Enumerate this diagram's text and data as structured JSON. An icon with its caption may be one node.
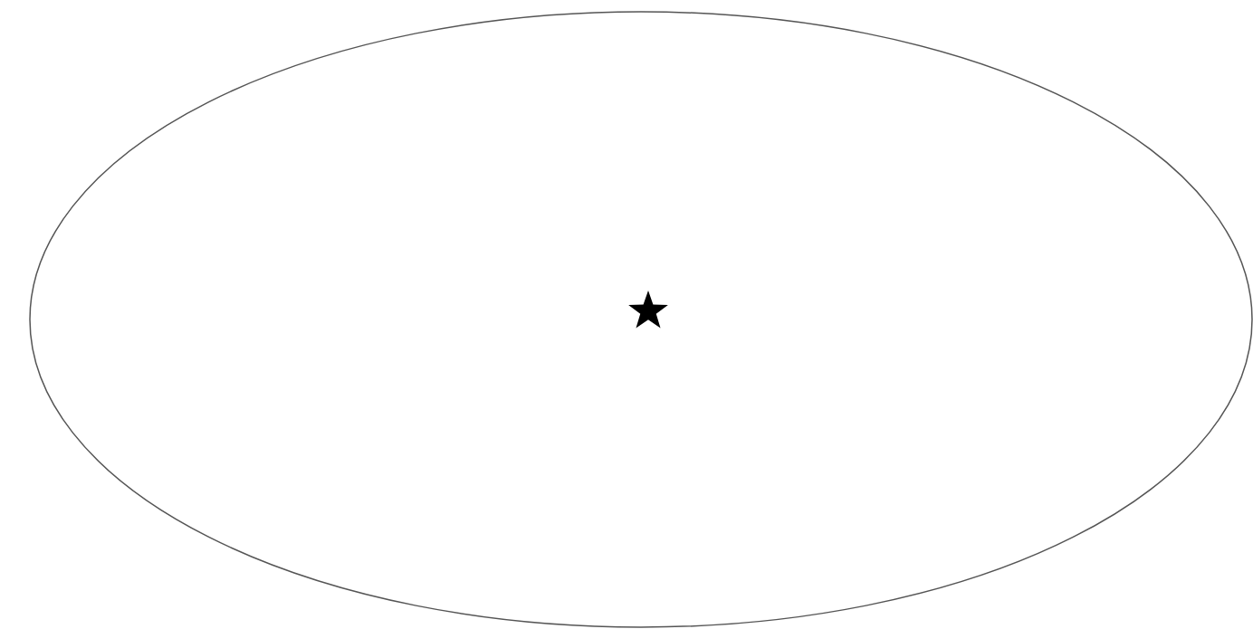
{
  "diagram": {
    "nodes": [
      {
        "text": [],
        "shape": "ellipse"
      },
      {
        "text": [],
        "shape": "star",
        "in": 0
      }
    ]
  }
}
